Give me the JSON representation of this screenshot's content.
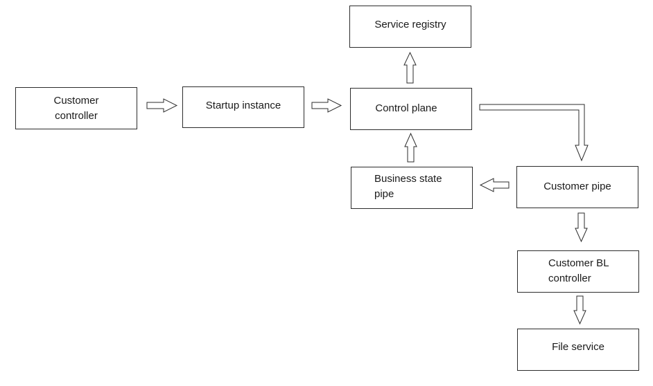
{
  "nodes": {
    "customer_controller": "Customer\ncontroller",
    "startup_instance": "Startup instance",
    "control_plane": "Control plane",
    "service_registry": "Service registry",
    "business_state_pipe": "Business state\npipe",
    "customer_pipe": "Customer pipe",
    "customer_bl_controller": "Customer BL\ncontroller",
    "file_service": "File service"
  }
}
